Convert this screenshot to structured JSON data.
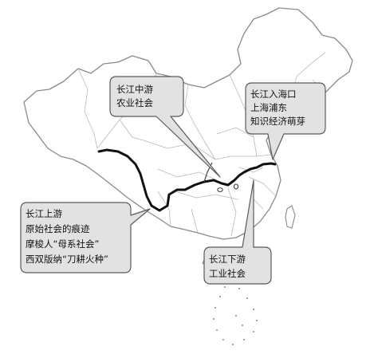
{
  "title": "",
  "colors": {
    "land_fill": "#ffffff",
    "border": "#8a8a8a",
    "province_border": "#b8b8b8",
    "river": "#111111",
    "callout_fill": "#e2e2e2",
    "callout_stroke": "#5a5a5a",
    "text": "#111111"
  },
  "callouts": {
    "middle": {
      "line1": "长江中游",
      "line2": "农业社会"
    },
    "mouth": {
      "line1": "长江入海口",
      "line2": "上海浦东",
      "line3": "知识经济萌芽"
    },
    "upper": {
      "line1": "长江上游",
      "line2": "原始社会的痕迹",
      "line3": "摩梭人“母系社会”",
      "line4": "西双版纳“刀耕火种”"
    },
    "lower": {
      "line1": "长江下游",
      "line2": "工业社会"
    }
  }
}
